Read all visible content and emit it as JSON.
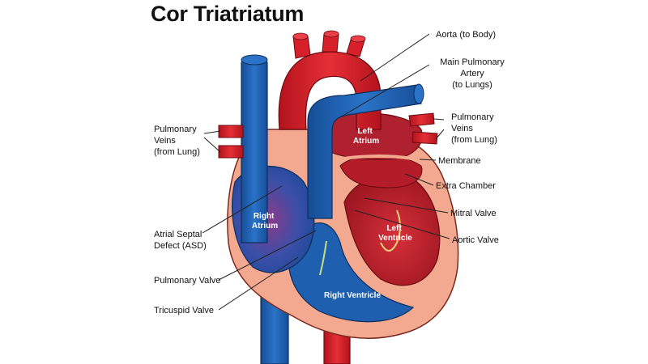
{
  "title": "Cor Triatriatum",
  "labels": {
    "aorta": "Aorta (to Body)",
    "main_pa": [
      "Main Pulmonary",
      "Artery",
      "(to Lungs)"
    ],
    "pv_right": [
      "Pulmonary",
      "Veins",
      "(from Lung)"
    ],
    "pv_left": [
      "Pulmonary",
      "Veins",
      "(from Lung)"
    ],
    "membrane": "Membrane",
    "extra_chamber": "Extra Chamber",
    "mitral_valve": "Mitral Valve",
    "aortic_valve": "Aortic Valve",
    "asd": [
      "Atrial Septal",
      "Defect (ASD)"
    ],
    "pulmonary_valve": "Pulmonary Valve",
    "tricuspid_valve": "Tricuspid Valve"
  },
  "chambers": {
    "left_atrium": [
      "Left",
      "Atrium"
    ],
    "right_atrium": [
      "Right",
      "Atrium"
    ],
    "left_ventricle": [
      "Left",
      "Ventricle"
    ],
    "right_ventricle": "Right Ventricle"
  },
  "colors": {
    "oxygenated": "#d8202a",
    "deoxygenated": "#1f5fb0",
    "wall": "#f2a98f",
    "wall_outline": "#7a2a20",
    "leader": "#222222"
  }
}
